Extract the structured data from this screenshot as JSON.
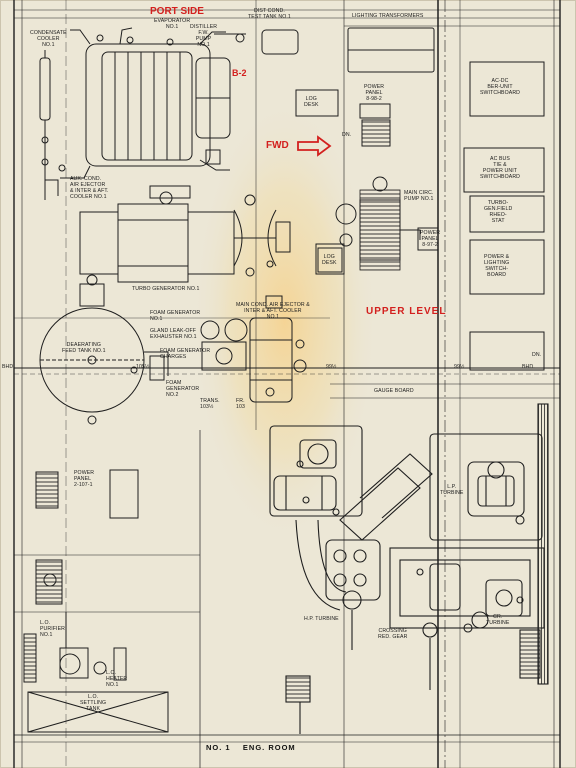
{
  "annotations": {
    "port_side": "PORT SIDE",
    "b2": "B-2",
    "fwd": "FWD",
    "upper_level": "UPPER LEVEL"
  },
  "labels": {
    "condensate_cooler": "CONDENSATE\nCOOLER\nNO.1",
    "evaporator": "EVAPORATOR\nNO.1",
    "distiller_pump": "DISTILLER\nF.W.\nPUMP\nNO.1",
    "dist_cond_tank": "DIST COND.\nTEST TANK NO.1",
    "lighting_transformers": "LIGHTING TRANSFORMERS",
    "power_panel_top": "POWER\nPANEL\n8-98-2",
    "log_desk_top": "LOG\nDESK",
    "dn_top": "DN.",
    "acdc_switchboard": "AC-DC\nBER-UNIT\nSWITCHBOARD",
    "ac_bus_tie": "AC BUS\nTIE &\nPOWER UNIT\nSWITCHBOARD",
    "turbo_gen_rheostat": "TURBO-\nGEN.FIELD\nRHEO-\nSTAT",
    "power_lighting_switchboard": "POWER &\nLIGHTING\nSWITCH-\nBOARD",
    "main_circ_pump": "MAIN CIRC.\nPUMP NO.1",
    "power_panel_mid": "POWER\nPANEL\n8-97-2",
    "log_desk_mid": "LOG\nDESK",
    "aux_cond": "AUX. COND.\nAIR EJECTOR\n& INTER & AFT.\nCOOLER NO.1",
    "turbo_generator": "TURBO GENERATOR NO.1",
    "deaerating_tank": "DEAERATING\nFEED TANK NO.1",
    "foam_gen_no1": "FOAM GENERATOR\nNO.1",
    "gland_leakoff": "GLAND LEAK-OFF\nEXHAUSTER NO.1",
    "foam_gen_charges": "FOAM GENERATOR\nCHARGES",
    "foam_gen_no2": "FOAM\nGENERATOR\nNO.2",
    "main_cond_ejector": "MAIN COND. AIR EJECTOR &\nINTER & AFT. COOLER\nNO.1",
    "bhd_left": "BHD.",
    "bhd_right": "BHD.",
    "fr_99_left": "99½",
    "fr_99_right": "99½",
    "fr_105": "105½",
    "trans": "TRANS.\n103½",
    "fr_103": "FR.\n103",
    "dn_right": "DN.",
    "gauge_board": "GAUGE BOARD",
    "lp_turbine": "L.P.\nTURBINE",
    "power_panel_low": "POWER\nPANEL\n2-107-1",
    "hp_turbine": "H.P. TURBINE",
    "cr_turbine": "CR.\nTURBINE",
    "crossing_red_gear": "CROSSING\nRED. GEAR",
    "lo_purifier": "L.O.\nPURIFIER\nNO.1",
    "lo_heater": "L.O.\nHEATER\nNO.1",
    "lo_settling": "L.O.\nSETTLING\nTANK",
    "room_title": "NO. 1    ENG. ROOM"
  }
}
